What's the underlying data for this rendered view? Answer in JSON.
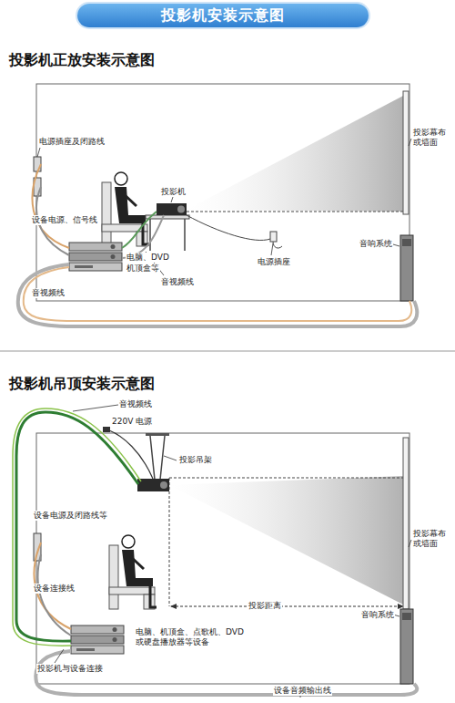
{
  "diagram": {
    "title": "投影机安装示意图",
    "nodes": [
      {
        "text": [
          "投影机正放安装示意图"
        ]
      },
      {
        "text": [
          "投影机吊顶安装示意图"
        ]
      }
    ],
    "labels": [
      "电源插座及闭路线",
      "设备电源、信号线",
      "音视频线",
      "电脑、DVD",
      "机顶盒等",
      "音视频线",
      "投影机",
      "电源插座",
      "投影幕布或墙面",
      "音响系统",
      "音视频线",
      "220V 电源",
      "投影吊架",
      "设备电源及闭路线等",
      "设备连接线",
      "电脑、机顶盒、点歌机、DVD或硬盘播放器等设备",
      "投影机与设备连接",
      "投影幕布或墙面",
      "投影距离",
      "音响系统",
      "设备音频输出线"
    ]
  }
}
